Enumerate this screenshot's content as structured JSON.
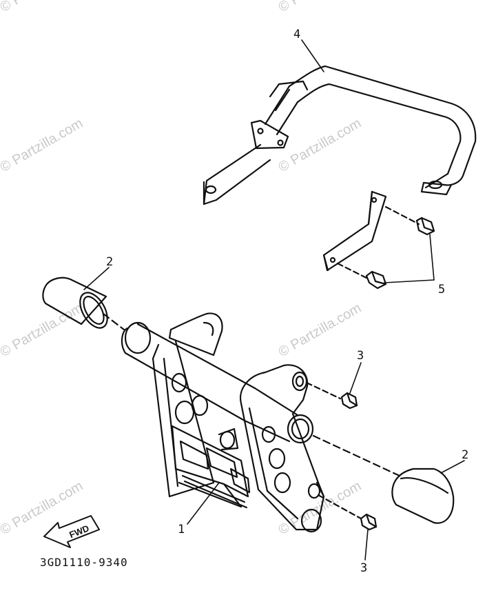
{
  "diagram": {
    "callouts": [
      "4",
      "2",
      "5",
      "3",
      "2",
      "1",
      "3"
    ],
    "fwd_label": "FWD",
    "diagram_code": "3GD1110-9340"
  },
  "watermark": {
    "text": "© Partzilla.com"
  },
  "colors": {
    "line": "#111111",
    "watermark": "#c9c9c9",
    "background": "#ffffff"
  }
}
